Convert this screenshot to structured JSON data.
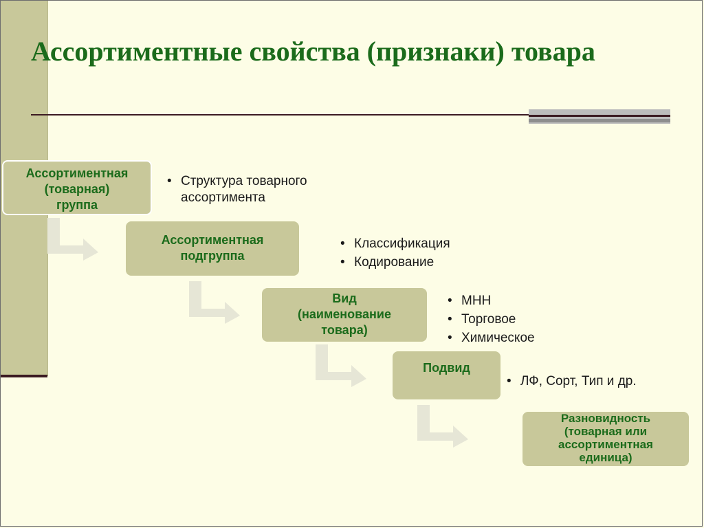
{
  "slide": {
    "title": "Ассортиментные свойства (признаки) товара",
    "colors": {
      "background": "#fdfde6",
      "accent_bar": "#c8c89a",
      "title_text": "#1b6b1b",
      "box_fill": "#c8c89a",
      "box_text": "#1b6b1b",
      "arrow": "#e6e6d6"
    }
  },
  "hierarchy": [
    {
      "label": "Ассортиментная\n(товарная)\nгруппа",
      "notes": [
        "Структура товарного ассортимента"
      ]
    },
    {
      "label": "Ассортиментная\nподгруппа",
      "notes": [
        "Классификация",
        "Кодирование"
      ]
    },
    {
      "label": "Вид\n(наименование\nтовара)",
      "notes": [
        "МНН",
        "Торговое",
        "Химическое"
      ]
    },
    {
      "label": "Подвид",
      "notes": [
        "ЛФ, Сорт, Тип и др."
      ]
    },
    {
      "label": "Разновидность\n(товарная или\nассортиментная\nединица)",
      "notes": []
    }
  ],
  "icons": {
    "connector": "elbow-arrow-icon"
  }
}
